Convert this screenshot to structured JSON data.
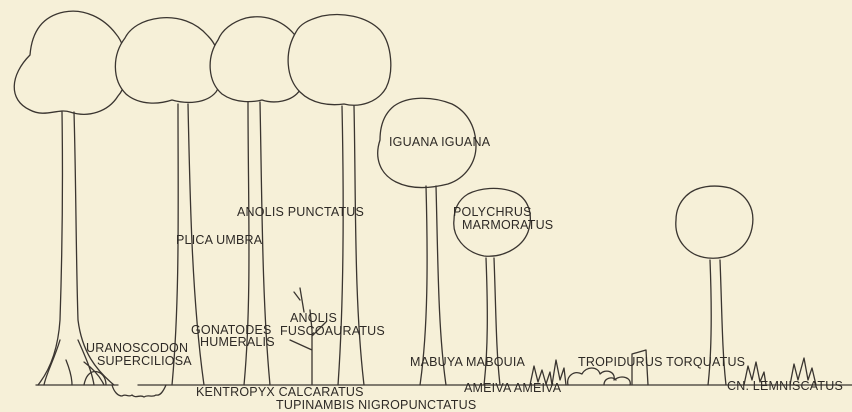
{
  "labels": {
    "iguana": "IGUANA IGUANA",
    "anolis_punctatus": "ANOLIS PUNCTATUS",
    "plica": "PLICA UMBRA",
    "polychrus_1": "POLYCHRUS",
    "polychrus_2": "MARMORATUS",
    "anolis_fusco_1": "ANOLIS",
    "anolis_fusco_2": "FUSCOAURATUS",
    "gonatodes_1": "GONATODES",
    "gonatodes_2": "HUMERALIS",
    "uranoscodon_1": "URANOSCODON",
    "uranoscodon_2": "SUPERCILIOSA",
    "mabuya": "MABUYA MABOUIA",
    "tropidurus": "TROPIDURUS TORQUATUS",
    "kentropyx": "KENTROPYX CALCARATUS",
    "tupinambis": "TUPINAMBIS NIGROPUNCTATUS",
    "ameiva": "AMEIVA AMEIVA",
    "cnemidophorus": "CN. LEMNISCATUS"
  }
}
